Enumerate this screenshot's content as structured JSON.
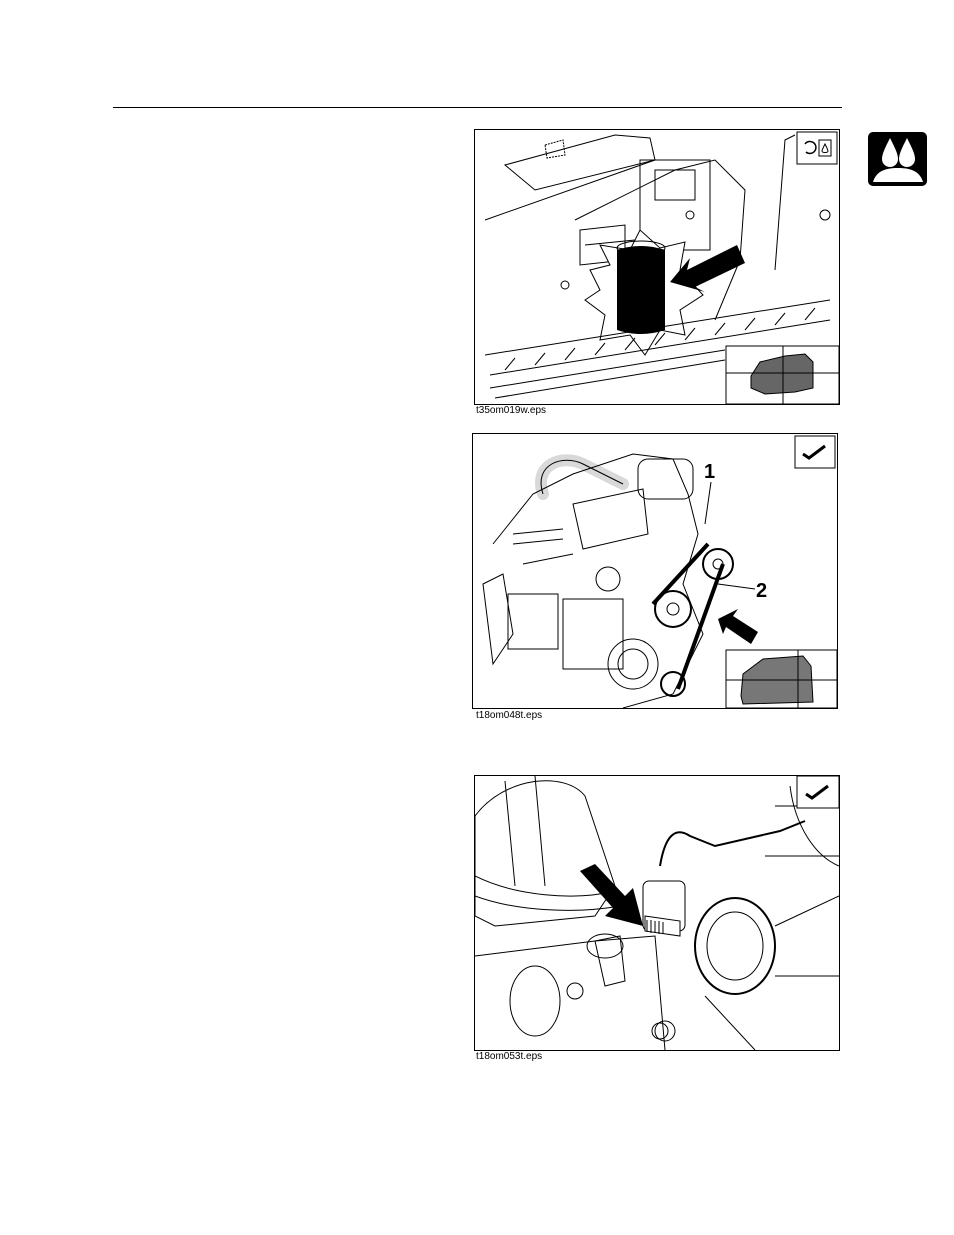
{
  "figures": [
    {
      "caption": "t35om019w.eps",
      "icon": "service-interval-fluid-icon",
      "subject": "filter-arrow"
    },
    {
      "caption": "t18om048t.eps",
      "icon": "check-mark-icon",
      "callouts": [
        "1",
        "2"
      ]
    },
    {
      "caption": "t18om053t.eps",
      "icon": "check-mark-icon"
    }
  ],
  "section_tab": {
    "icon": "fluids-drops-icon",
    "color": "#000000"
  }
}
